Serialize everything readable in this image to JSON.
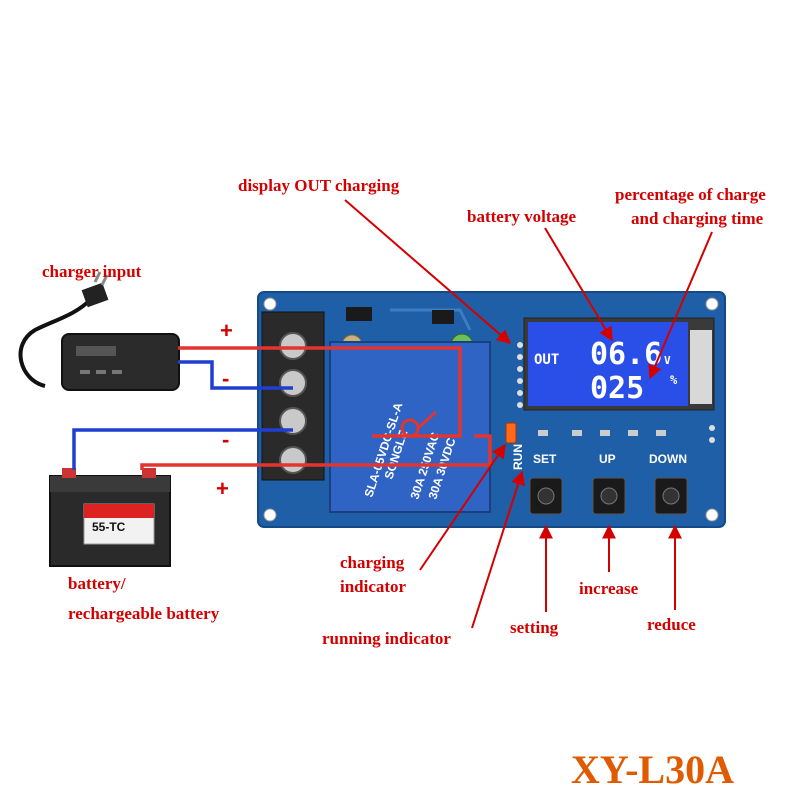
{
  "labels": {
    "display_out_charging": "display OUT charging",
    "battery_voltage": "battery voltage",
    "percentage_line1": "percentage of charge",
    "percentage_line2": "and charging time",
    "charger_input": "charger input",
    "battery_line1": "battery/",
    "battery_line2": "rechargeable battery",
    "charging_indicator_line1": "charging",
    "charging_indicator_line2": "indicator",
    "running_indicator": "running indicator",
    "setting": "setting",
    "increase": "increase",
    "reduce": "reduce"
  },
  "terminal_signs": [
    "+",
    "-",
    "-",
    "+"
  ],
  "board": {
    "relay_brand": "SONGLE",
    "relay_model": "SLA-05VDC-SL-A",
    "relay_rating_1": "30A 250VAC",
    "relay_rating_2": "30A 30VDC",
    "run_label": "RUN",
    "buttons": [
      "SET",
      "UP",
      "DOWN"
    ]
  },
  "lcd": {
    "out_label": "OUT",
    "voltage": "06.6",
    "voltage_unit": "V",
    "percent": "025",
    "percent_unit": "%"
  },
  "battery_badge": "55-TC",
  "model": "XY-L30A",
  "colors": {
    "label_red": "#d40000",
    "wire_red": "#e3342f",
    "wire_blue": "#1f3fd1",
    "pcb_blue": "#1e5fa8",
    "lcd_blue": "#2a4fe8",
    "relay_blue": "#2f63c4",
    "model_orange": "#e05a00"
  }
}
